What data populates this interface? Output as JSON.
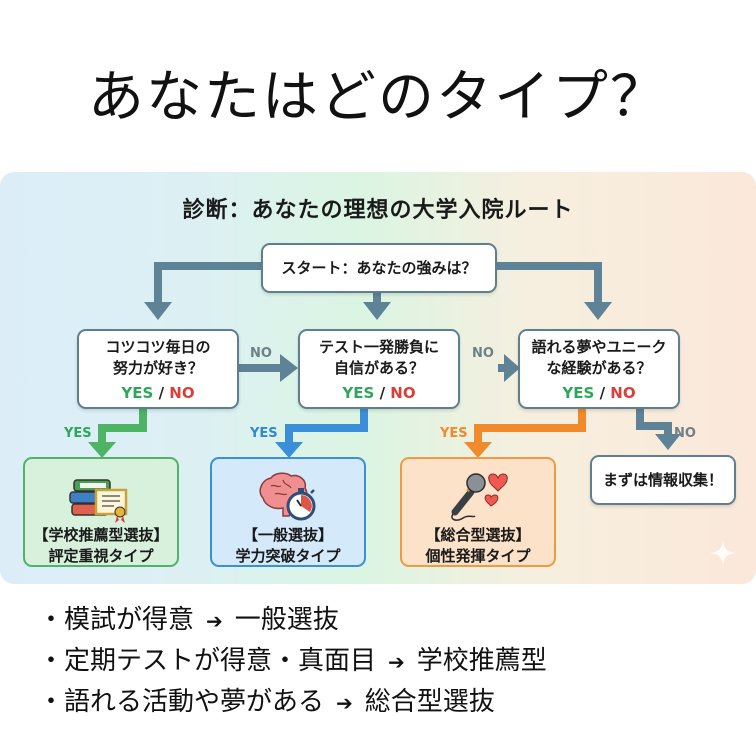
{
  "title": "あなたはどのタイプ？",
  "diagram": {
    "title": "診断：あなたの理想の大学入院ルート",
    "start": "スタート：あなたの強みは？",
    "questions": [
      {
        "line1": "コツコツ毎日の",
        "line2": "努力が好き？",
        "yes": "YES",
        "slash": "/",
        "no": "NO"
      },
      {
        "line1": "テスト一発勝負に",
        "line2": "自信がある？",
        "yes": "YES",
        "slash": "/",
        "no": "NO"
      },
      {
        "line1": "語れる夢やユニーク",
        "line2": "な経験がある？",
        "yes": "YES",
        "slash": "/",
        "no": "NO"
      }
    ],
    "edge_labels": {
      "no1": "NO",
      "no2": "NO",
      "no3": "NO",
      "yes1": "YES",
      "yes2": "YES",
      "yes3": "YES"
    },
    "results": [
      {
        "line1": "【学校推薦型選抜】",
        "line2": "評定重視タイプ",
        "icon": "books-certificate-icon",
        "color": "#52b26a"
      },
      {
        "line1": "【一般選抜】",
        "line2": "学力突破タイプ",
        "icon": "brain-stopwatch-icon",
        "color": "#3a8fd5"
      },
      {
        "line1": "【総合型選抜】",
        "line2": "個性発揮タイプ",
        "icon": "microphone-hearts-icon",
        "color": "#ef9a45"
      }
    ],
    "fallback": "まずは情報収集！",
    "colors": {
      "arrow_gray": "#5f8396",
      "arrow_green": "#4cb464",
      "arrow_blue": "#3a8fd8",
      "arrow_orange": "#f08a2a",
      "yes": "#2fa65a",
      "no": "#d9403a"
    }
  },
  "bullets": [
    {
      "left": "・模試が得意",
      "arrow": "➔",
      "right": "一般選抜"
    },
    {
      "left": "・定期テストが得意・真面目",
      "arrow": "➔",
      "right": "学校推薦型"
    },
    {
      "left": "・語れる活動や夢がある",
      "arrow": "➔",
      "right": "総合型選抜"
    }
  ]
}
